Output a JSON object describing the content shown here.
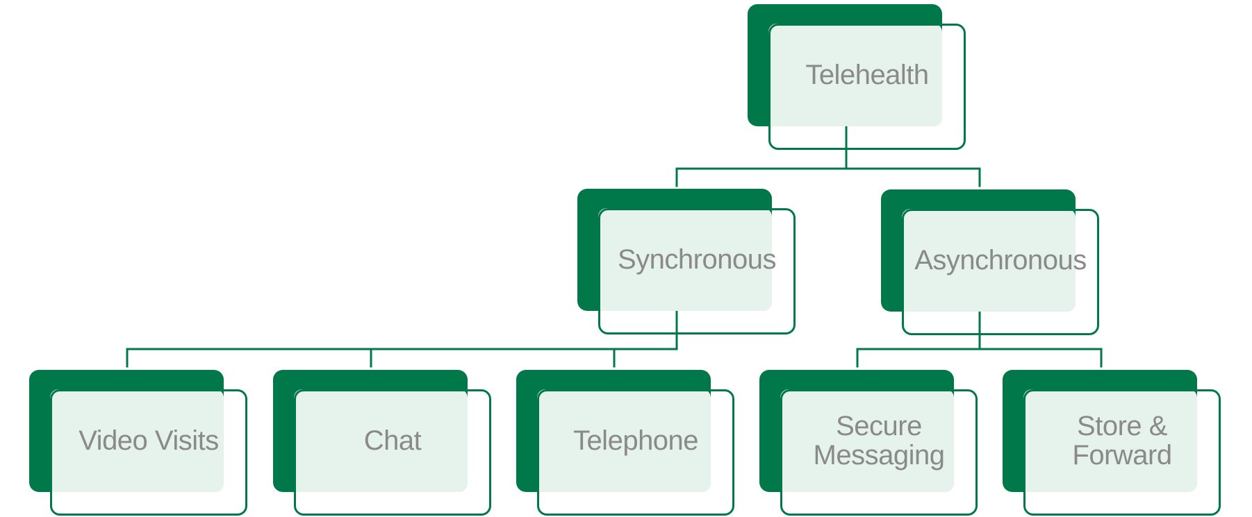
{
  "colors": {
    "accent": "#017849",
    "fill": "#e6f2ec",
    "text": "#8a8a8a"
  },
  "diagram": {
    "root": {
      "label": "Telehealth"
    },
    "branches": [
      {
        "label": "Synchronous"
      },
      {
        "label": "Asynchronous"
      }
    ],
    "leaves": [
      {
        "label": "Video Visits",
        "parent": "Synchronous"
      },
      {
        "label": "Chat",
        "parent": "Synchronous"
      },
      {
        "label": "Telephone",
        "parent": "Synchronous"
      },
      {
        "label": "Secure Messaging",
        "parent": "Asynchronous"
      },
      {
        "label": "Store & Forward",
        "parent": "Asynchronous"
      }
    ]
  }
}
